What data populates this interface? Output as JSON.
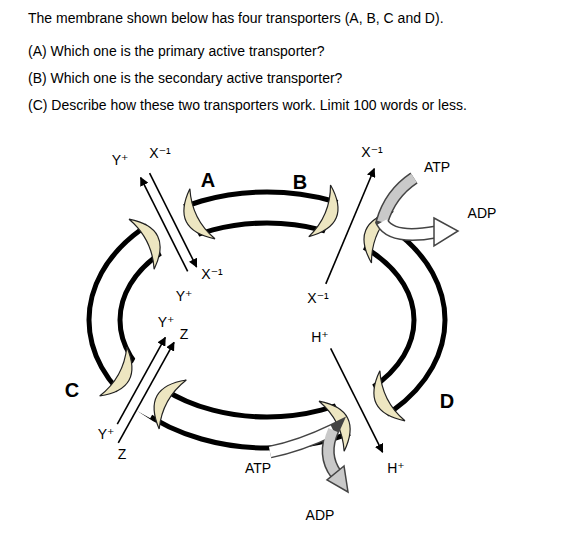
{
  "diagram": {
    "labels": [
      "The membrane shown below has four transporters (A, B, C and D).",
      "(A) Which one is the primary active transporter?",
      "(B) Which one is the secondary active transporter?",
      "(C) Describe how these two transporters work. Limit 100 words or less.",
      "Y⁺",
      "X⁻¹",
      "X⁻¹",
      "ATP",
      "A",
      "B",
      "ADP",
      "X⁻¹",
      "Y⁺",
      "X⁻¹",
      "Y⁺",
      "Z",
      "H⁺",
      "C",
      "D",
      "Y⁺",
      "Z",
      "H⁺",
      "ATP",
      "ADP"
    ]
  }
}
